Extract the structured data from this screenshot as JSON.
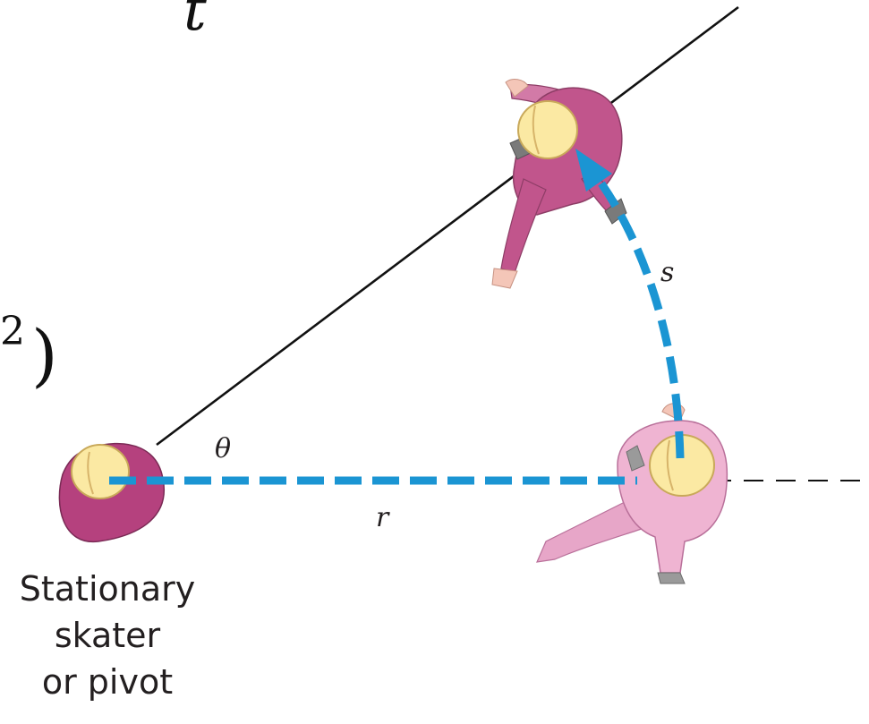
{
  "labels": {
    "top_symbol": "t",
    "fragment_superscript": "2",
    "fragment_paren": ")",
    "theta": "θ",
    "radius": "r",
    "arc_length": "s"
  },
  "caption": {
    "line1": "Stationary",
    "line2": "skater",
    "line3": "or pivot"
  },
  "colors": {
    "dashed_path": "#1b95d3",
    "skater_suit": "#b5417e",
    "skater_suit_light": "#e7a6c8",
    "helmet": "#fbe9a3",
    "line": "#111111"
  }
}
